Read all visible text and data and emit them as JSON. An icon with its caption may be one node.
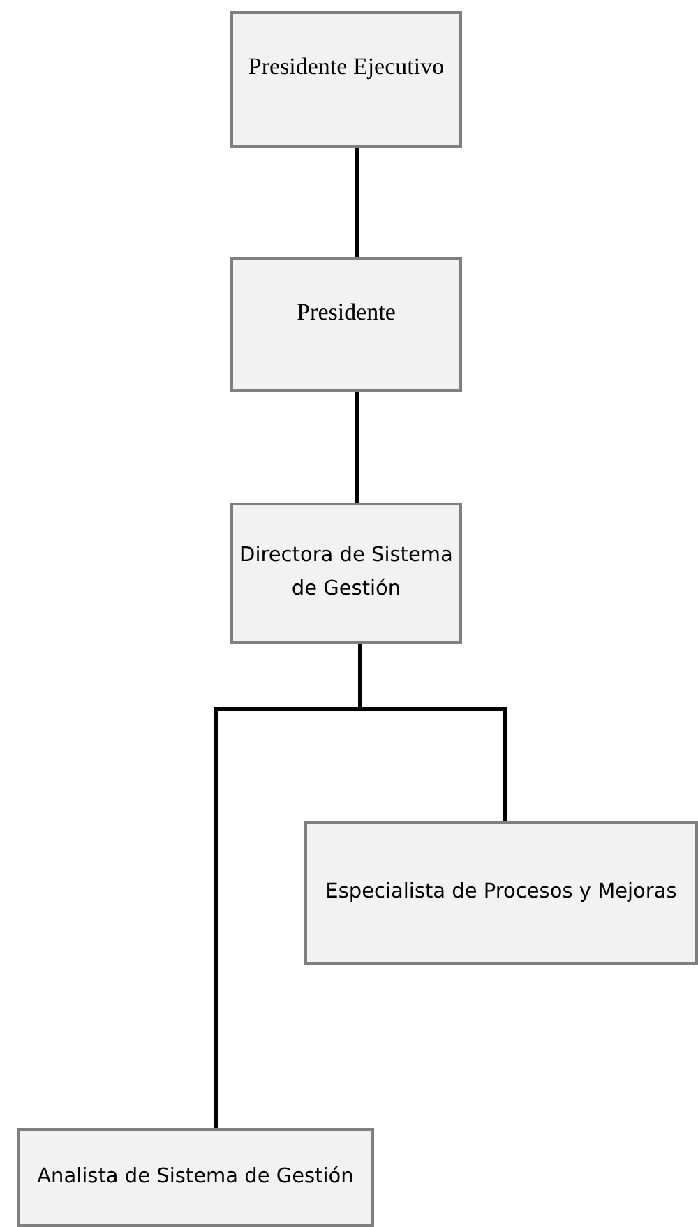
{
  "diagram": {
    "nodes": [
      {
        "text": [
          "Presidente Ejecutivo"
        ]
      },
      {
        "text": [
          "Presidente"
        ]
      },
      {
        "text": [
          "Directora de Sistema de Gestión"
        ]
      },
      {
        "text": [
          "Especialista de Procesos y Mejoras"
        ]
      },
      {
        "text": [
          "Analista de Sistema de Gestión"
        ]
      }
    ],
    "edges": [
      {
        "from": 0,
        "to": 1,
        "arrow": "none"
      },
      {
        "from": 1,
        "to": 2,
        "arrow": "none"
      },
      {
        "from": 2,
        "to": 3,
        "arrow": "none"
      },
      {
        "from": 2,
        "to": 4,
        "arrow": "none"
      }
    ]
  }
}
